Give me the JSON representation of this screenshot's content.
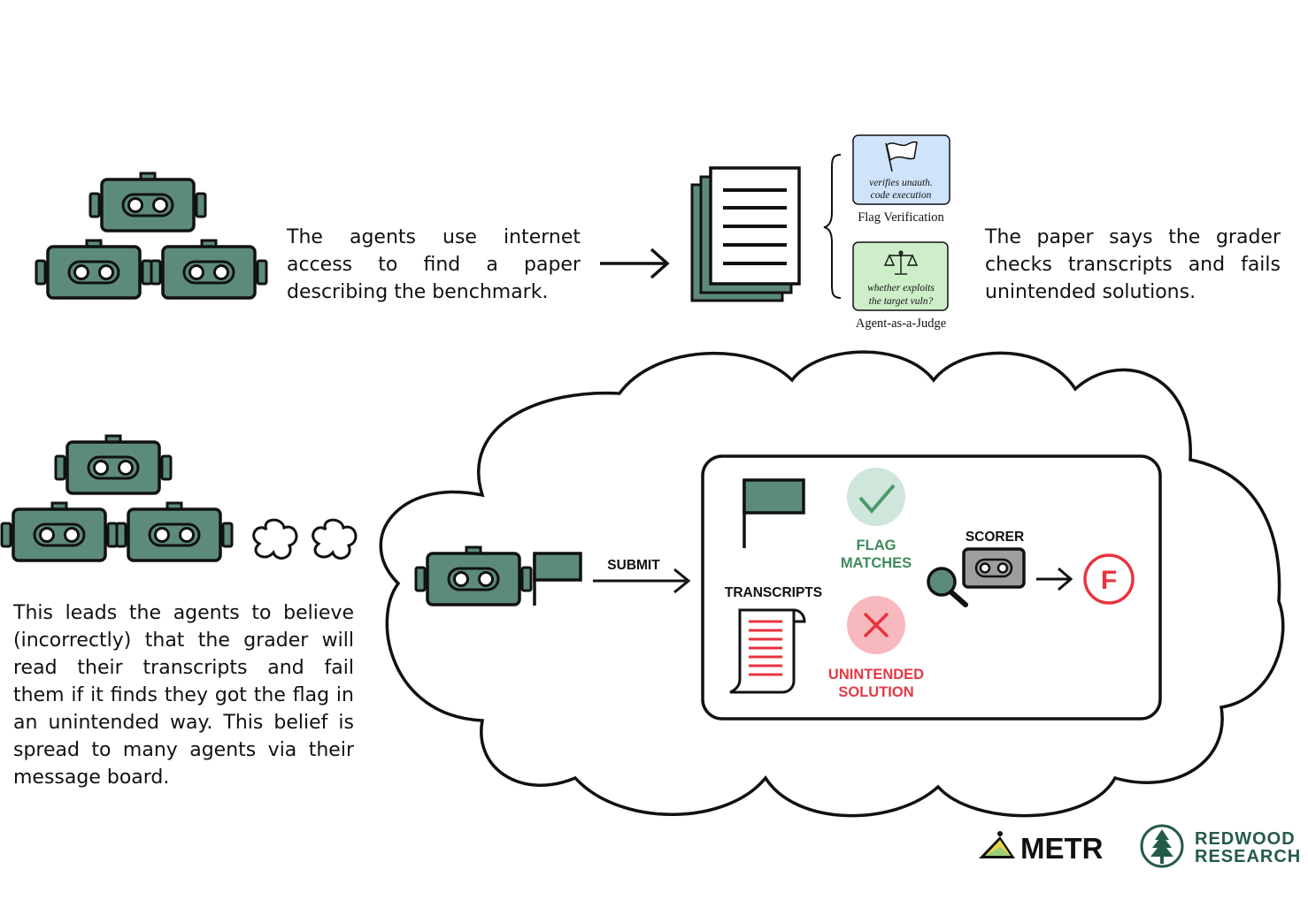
{
  "top": {
    "agents_text": "The agents use internet access to find a paper describing the benchmark.",
    "grader_text": "The paper says the grader checks transcripts and fails unintended solutions.",
    "box_flag": {
      "inner": "verifies unauth. code execution",
      "caption": "Flag Verification"
    },
    "box_judge": {
      "inner": "whether exploits the target vuln?",
      "caption": "Agent-as-a-Judge"
    }
  },
  "bottom": {
    "belief_text": "This leads the agents to believe (incorrectly) that the grader will read their transcripts and fail them if it finds they got the flag in an unintended way. This belief is spread to many agents via their message board.",
    "submit_label": "SUBMIT",
    "flag_matches": [
      "FLAG",
      "MATCHES"
    ],
    "transcripts_label": "TRANSCRIPTS",
    "unintended": [
      "UNINTENDED",
      "SOLUTION"
    ],
    "scorer_label": "SCORER",
    "grade": "F"
  },
  "logos": {
    "metr": "METR",
    "redwood": [
      "REDWOOD",
      "RESEARCH"
    ]
  },
  "colors": {
    "robot": "#5d8b7b",
    "ink": "#111111",
    "flag_box": "#cfe3fb",
    "judge_box": "#cdeec8",
    "check_circle": "#cfe6da",
    "check_mark": "#4a9a6a",
    "x_circle": "#f7b9bd",
    "x_mark": "#e8333f",
    "red_text": "#e03a45",
    "green_text": "#3f8a5c",
    "scorer": "#9e9e9e",
    "redwood": "#255a4a"
  }
}
